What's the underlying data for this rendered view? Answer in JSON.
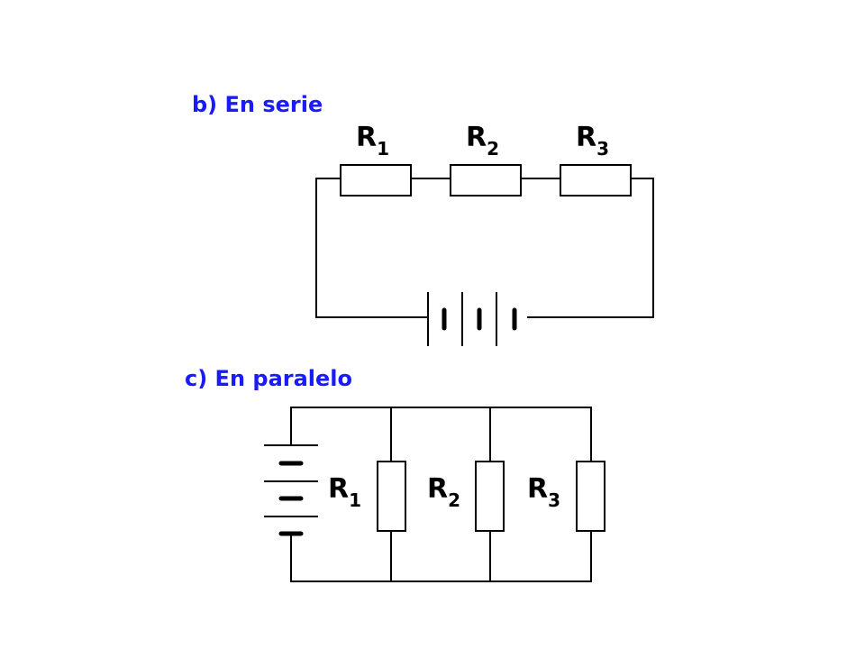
{
  "series_heading": "b) En serie",
  "parallel_heading": "c) En paralelo",
  "resistor_letter": "R",
  "series_resistors": [
    "1",
    "2",
    "3"
  ],
  "parallel_resistors": [
    "1",
    "2",
    "3"
  ],
  "colors": {
    "heading": "#1a1aff",
    "wire": "#000000",
    "background": "#ffffff"
  }
}
